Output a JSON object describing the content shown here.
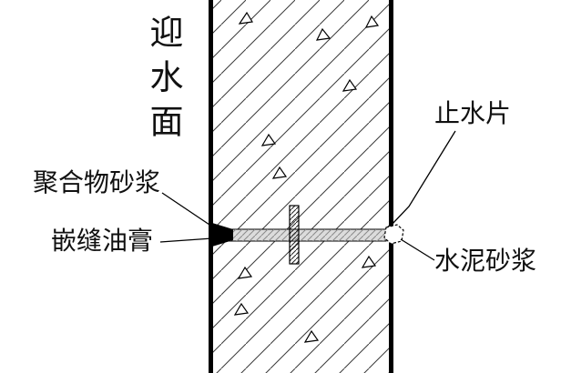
{
  "labels": {
    "facing_water": "迎水面",
    "polymer_mortar": "聚合物砂浆",
    "joint_sealant": "嵌缝油膏",
    "waterstop_strip": "止水片",
    "cement_mortar": "水泥砂浆"
  },
  "colors": {
    "background": "#ffffff",
    "line": "#000000",
    "rod_fill": "#dcdcdc",
    "sealant_fill": "#000000"
  }
}
